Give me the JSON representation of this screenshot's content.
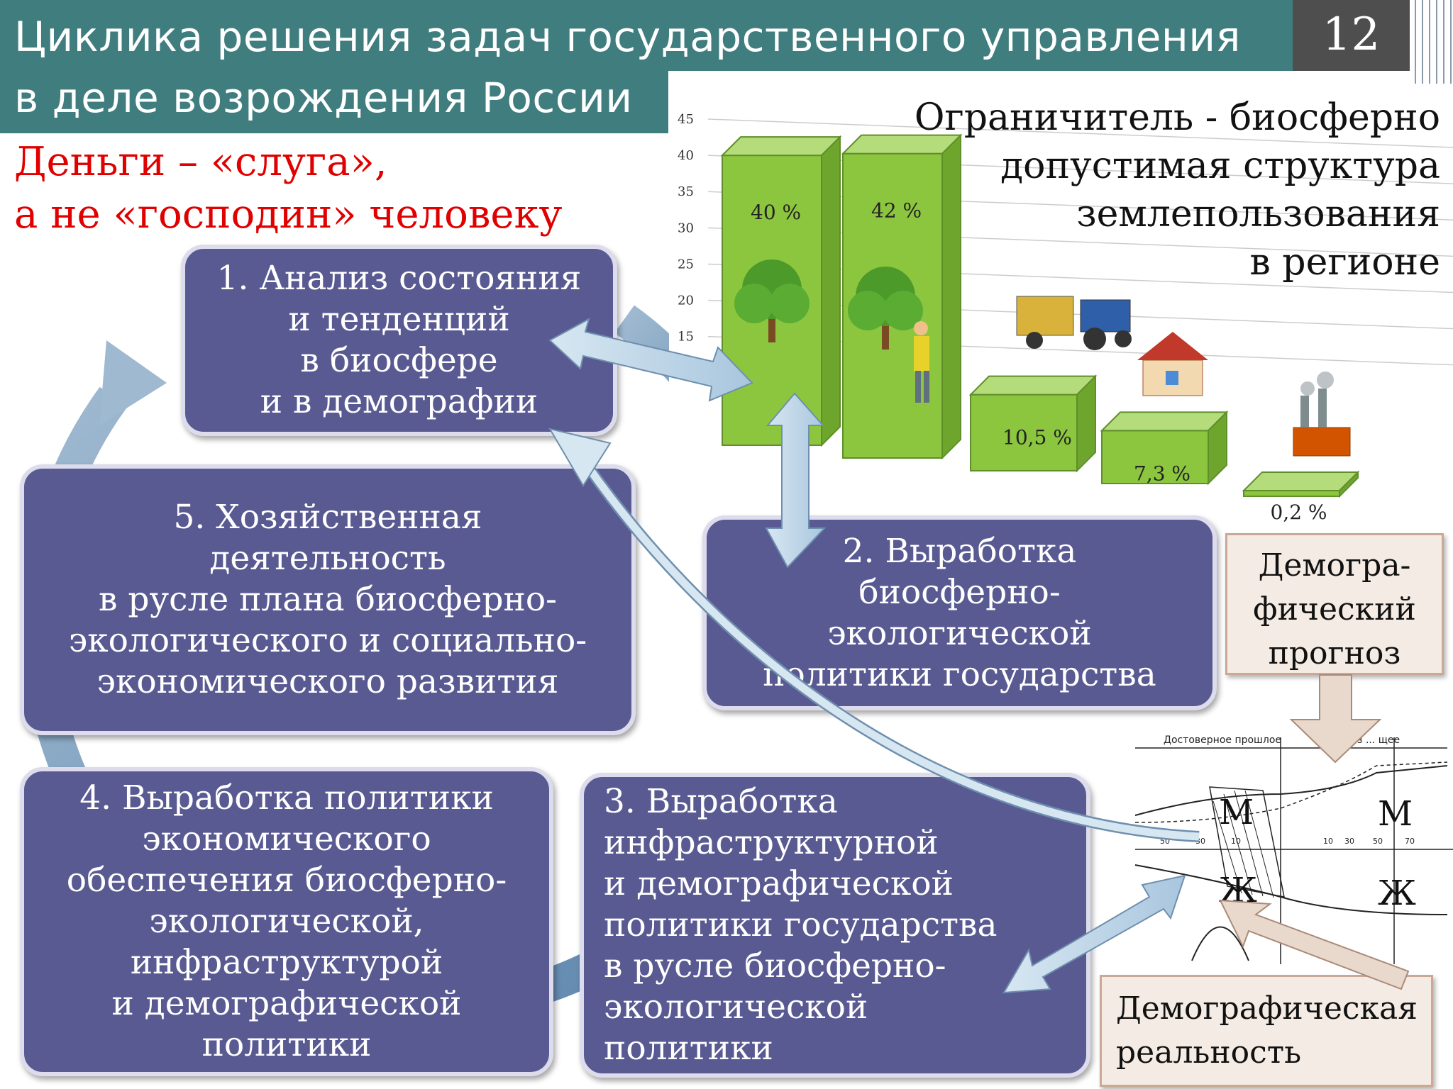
{
  "title": {
    "line1": "Циклика решения задач государственного управления",
    "line2": "в деле возрождения России",
    "slide_number": "12"
  },
  "subtitle": {
    "line1": "Деньги – «слуга»,",
    "line2": "а не «господин» человеку"
  },
  "steps": [
    {
      "id": 1,
      "lines": [
        "1. Анализ состояния",
        "и тенденций",
        "в биосфере",
        "и в демографии"
      ]
    },
    {
      "id": 2,
      "lines": [
        "2. Выработка",
        "биосферно-",
        "экологической",
        "политики государства"
      ]
    },
    {
      "id": 3,
      "lines": [
        "3. Выработка",
        "инфраструктурной",
        "и демографической",
        "политики государства",
        "в русле биосферно-",
        "экологической",
        "политики"
      ]
    },
    {
      "id": 4,
      "lines": [
        "4. Выработка политики",
        "экономического",
        "обеспечения биосферно-",
        "экологической,",
        "инфраструктурой",
        "и демографической",
        "политики"
      ]
    },
    {
      "id": 5,
      "lines": [
        "5. Хозяйственная",
        "деятельность",
        "в русле плана биосферно-",
        "экологического и социально-",
        "экономического развития"
      ]
    }
  ],
  "chart_caption": [
    "Ограничитель - биосферно",
    "допустимая структура",
    "землепользования",
    "в регионе"
  ],
  "chart_data": {
    "type": "bar",
    "categories": [
      "",
      "",
      "",
      "",
      ""
    ],
    "values": [
      40,
      42,
      10.5,
      7.3,
      0.2
    ],
    "data_labels": [
      "40 %",
      "42 %",
      "10,5 %",
      "7,3 %",
      "0,2 %"
    ],
    "y_ticks": [
      "15",
      "20",
      "25",
      "30",
      "35",
      "40",
      "45"
    ],
    "ylim": [
      0,
      45
    ],
    "icons": [
      "tree-icon",
      "tree-hiker-icon",
      "farm-machinery-icon",
      "house-icon",
      "factory-icon"
    ],
    "bar_color": "#8cc63f"
  },
  "demography": {
    "forecast_label": [
      "Демогра-",
      "фический",
      "прогноз"
    ],
    "reality_label": [
      "Демографическая",
      "реальность"
    ],
    "chart_header_left": "Достоверное прошлое",
    "chart_header_right": "Прогноз ... щее",
    "male_label": "М",
    "female_label": "Ж",
    "axis_ticks": [
      "50",
      "30",
      "10",
      "10",
      "30",
      "50",
      "70"
    ]
  },
  "colors": {
    "title_bg": "#3f7d7f",
    "step_bg": "#5a5a93",
    "subtitle": "#e00000",
    "ring": "#7a9fbf",
    "bar": "#8cc63f"
  }
}
